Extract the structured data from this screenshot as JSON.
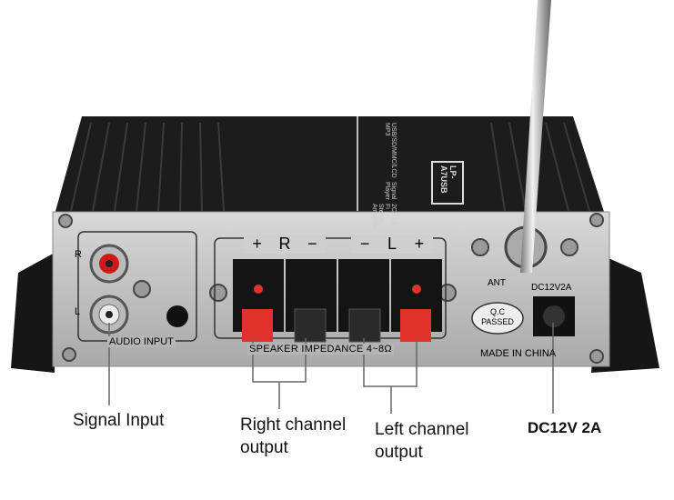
{
  "device": {
    "model_badge": "LP-A7USB",
    "top_text": [
      "USB/SD/MMC/LCD MP3",
      "Signal Player",
      "2CH Hi-Fi Stereo Amplifier"
    ],
    "panel": {
      "rca_r": "R",
      "rca_l": "L",
      "audio_input": "AUDIO INPUT",
      "speaker_r_labels": [
        "+",
        "R",
        "−"
      ],
      "speaker_l_labels": [
        "−",
        "L",
        "+"
      ],
      "speaker_impedance": "SPEAKER IMPEDANCE 4~8Ω",
      "ant": "ANT",
      "dc_rating": "DC12V2A",
      "qc_line1": "Q.C",
      "qc_line2": "PASSED",
      "made_in": "MADE IN CHINA"
    }
  },
  "callouts": {
    "signal_input": "Signal Input",
    "right_channel_1": "Right channel",
    "right_channel_2": "output",
    "left_channel_1": "Left channel",
    "left_channel_2": "output",
    "dc": "DC12V 2A"
  },
  "colors": {
    "body": "#1c1c1c",
    "panel": "#c9c9c9",
    "red_lever": "#e0322a",
    "rca_red": "#d11a1a"
  }
}
